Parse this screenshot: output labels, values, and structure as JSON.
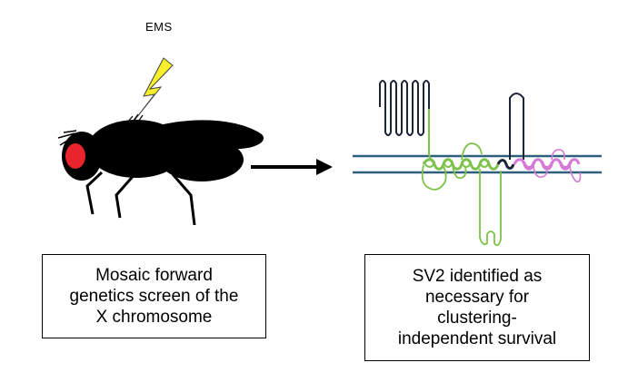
{
  "mutagen_label": "EMS",
  "left_caption": [
    "Mosaic forward",
    "genetics screen of the",
    "X chromosome"
  ],
  "right_caption": [
    "SV2 identified as",
    "necessary for",
    "clustering-",
    "independent survival"
  ],
  "colors": {
    "fly_body": "#000000",
    "fly_eye": "#e8242c",
    "lightning": "#f7ee2c",
    "membrane": "#2e5f7d",
    "protein_dark": "#1c2538",
    "protein_green": "#7dc24a",
    "protein_pink": "#d57ad6"
  },
  "icons": [
    "fly-icon",
    "lightning-bolt-icon",
    "arrow-right-icon",
    "sv2-protein-icon"
  ]
}
